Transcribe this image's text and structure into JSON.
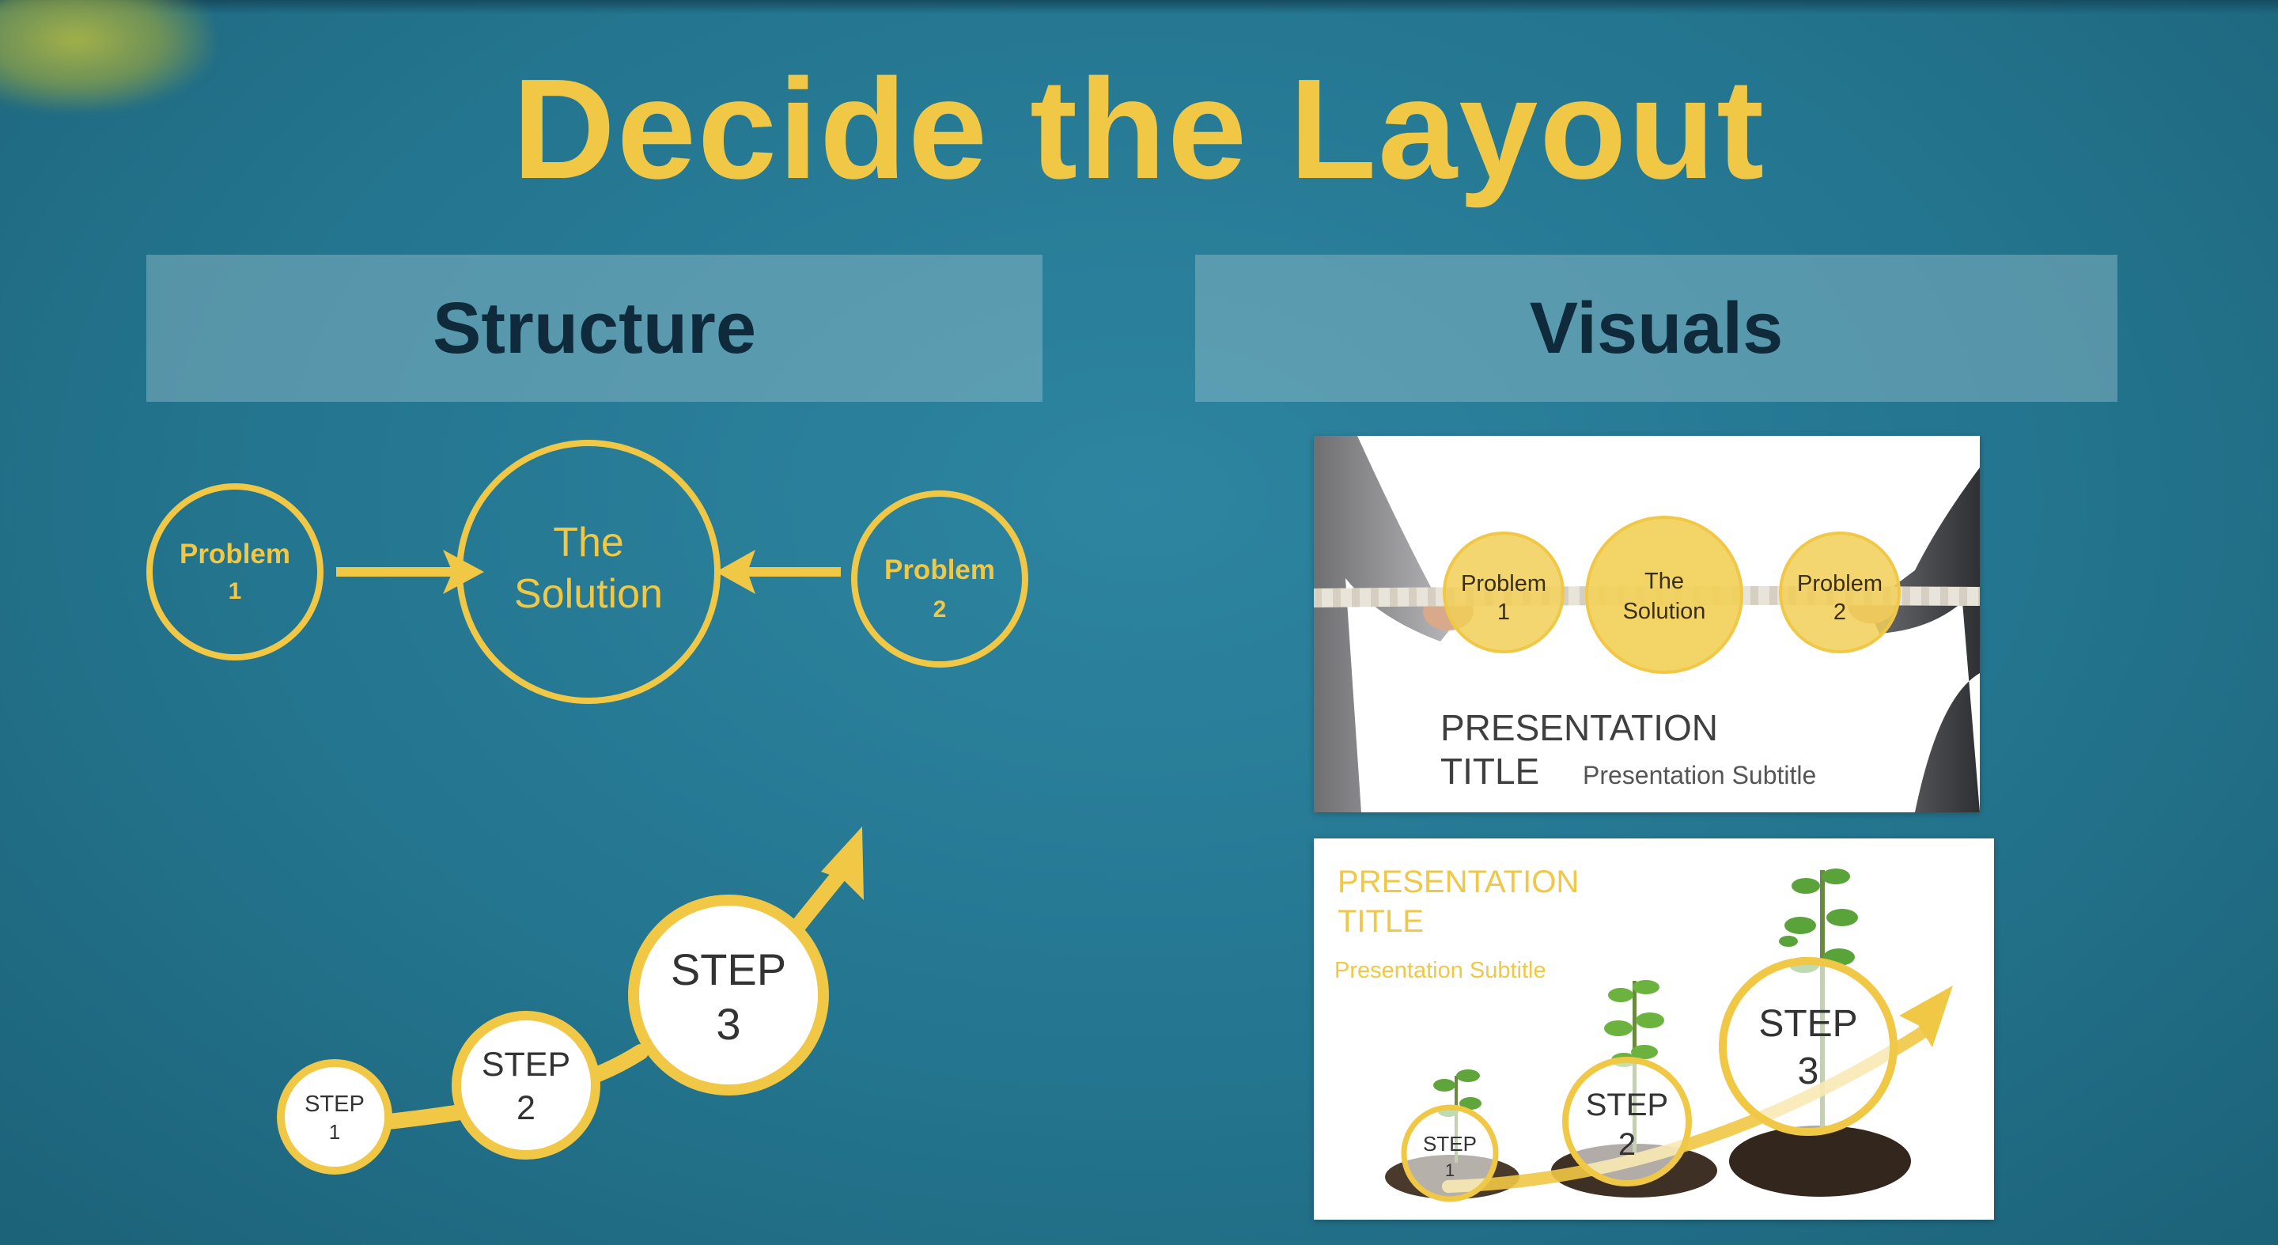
{
  "page": {
    "title": "Decide the Layout"
  },
  "structure": {
    "header": "Structure",
    "problem1": {
      "line1": "Problem",
      "line2": "1"
    },
    "solution": {
      "line1": "The",
      "line2": "Solution"
    },
    "problem2": {
      "line1": "Problem",
      "line2": "2"
    },
    "steps": [
      {
        "line1": "STEP",
        "line2": "1"
      },
      {
        "line1": "STEP",
        "line2": "2"
      },
      {
        "line1": "STEP",
        "line2": "3"
      }
    ]
  },
  "visuals": {
    "header": "Visuals",
    "slide1": {
      "problem1": {
        "line1": "Problem",
        "line2": "1"
      },
      "solution": {
        "line1": "The",
        "line2": "Solution"
      },
      "problem2": {
        "line1": "Problem",
        "line2": "2"
      },
      "title_line1": "PRESENTATION",
      "title_line2": "TITLE",
      "subtitle": "Presentation Subtitle"
    },
    "slide2": {
      "title_line1": "PRESENTATION",
      "title_line2": "TITLE",
      "subtitle": "Presentation Subtitle",
      "steps": [
        {
          "line1": "STEP",
          "line2": "1"
        },
        {
          "line1": "STEP",
          "line2": "2"
        },
        {
          "line1": "STEP",
          "line2": "3"
        }
      ]
    }
  },
  "colors": {
    "accent": "#f0c845",
    "background": "#24758f",
    "header_text": "#0f2a3a"
  }
}
